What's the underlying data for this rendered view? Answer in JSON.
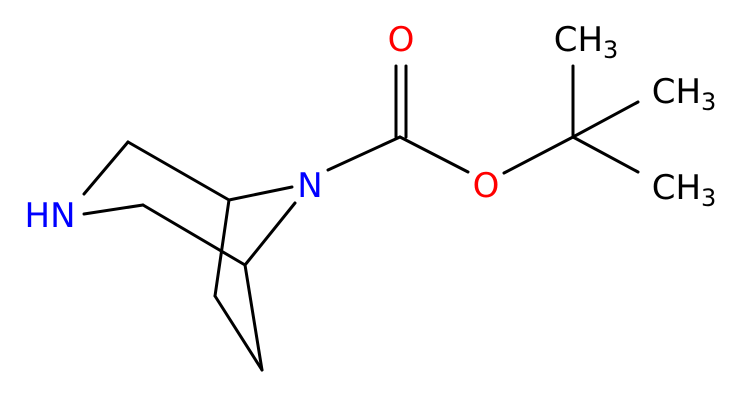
{
  "colors": {
    "carbon_bond": "#000000",
    "nitrogen": "#0000ff",
    "oxygen": "#ff0000",
    "carbon_label": "#000000",
    "background": "#ffffff"
  },
  "atom_labels": {
    "amine_nh": "HN",
    "bridge_n": "N",
    "carbonyl_o": "O",
    "ester_o": "O",
    "methyl_1": "CH",
    "methyl_2": "CH",
    "methyl_3": "CH",
    "methyl_subscript": "3"
  }
}
